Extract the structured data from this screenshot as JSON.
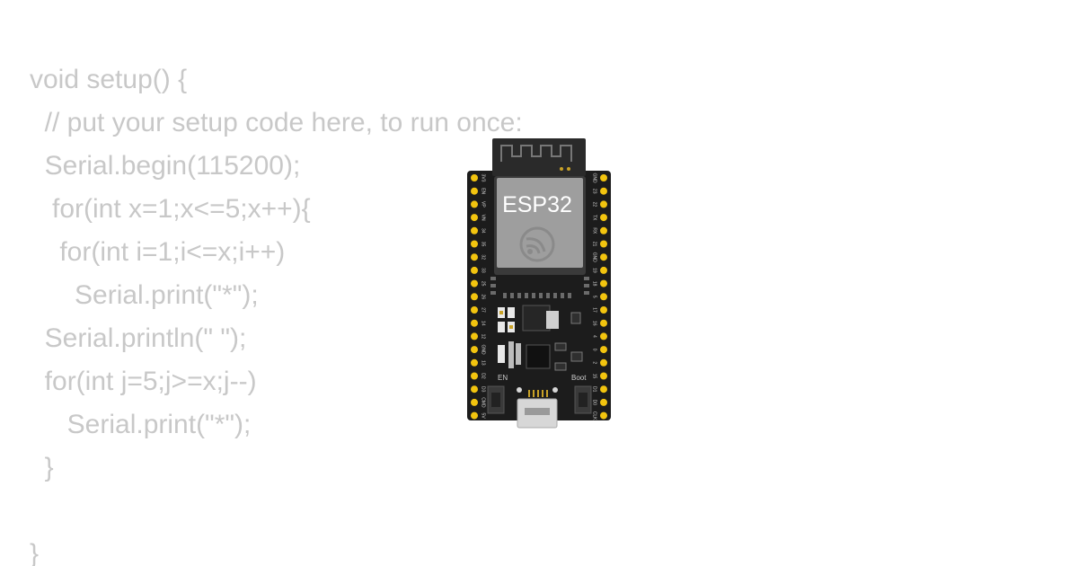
{
  "code": {
    "lines": [
      "void setup() {",
      "  // put your setup code here, to run once:",
      "  Serial.begin(115200);",
      "   for(int x=1;x<=5;x++){",
      "    for(int i=1;i<=x;i++)",
      "      Serial.print(\"*\");",
      "  Serial.println(\" \");",
      "  for(int j=5;j>=x;j--)",
      "     Serial.print(\"*\");",
      "  }",
      "",
      "}"
    ]
  },
  "board": {
    "chip_label": "ESP32",
    "button_en_label": "EN",
    "button_boot_label": "Boot",
    "left_pins": [
      "3V3",
      "EN",
      "VP",
      "VN",
      "34",
      "35",
      "32",
      "33",
      "25",
      "26",
      "27",
      "14",
      "12",
      "GND",
      "13",
      "D2",
      "D3",
      "CMD",
      "5V"
    ],
    "right_pins": [
      "GND",
      "23",
      "22",
      "TX",
      "RX",
      "21",
      "GND",
      "19",
      "18",
      "5",
      "17",
      "16",
      "4",
      "0",
      "2",
      "15",
      "D1",
      "D0",
      "CLK"
    ]
  }
}
